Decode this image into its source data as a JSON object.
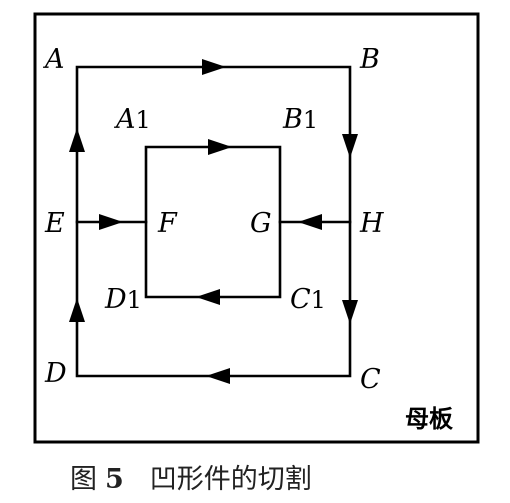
{
  "diagram": {
    "board_label": "母板",
    "caption": {
      "prefix": "图",
      "number": "5",
      "title": "凹形件的切割"
    },
    "outer_points": {
      "A": "A",
      "B": "B",
      "C": "C",
      "D": "D",
      "E": "E",
      "H": "H"
    },
    "inner_points": {
      "A1": {
        "letter": "A",
        "index": "1"
      },
      "B1": {
        "letter": "B",
        "index": "1"
      },
      "C1": {
        "letter": "C",
        "index": "1"
      },
      "D1": {
        "letter": "D",
        "index": "1"
      },
      "F": "F",
      "G": "G"
    }
  }
}
